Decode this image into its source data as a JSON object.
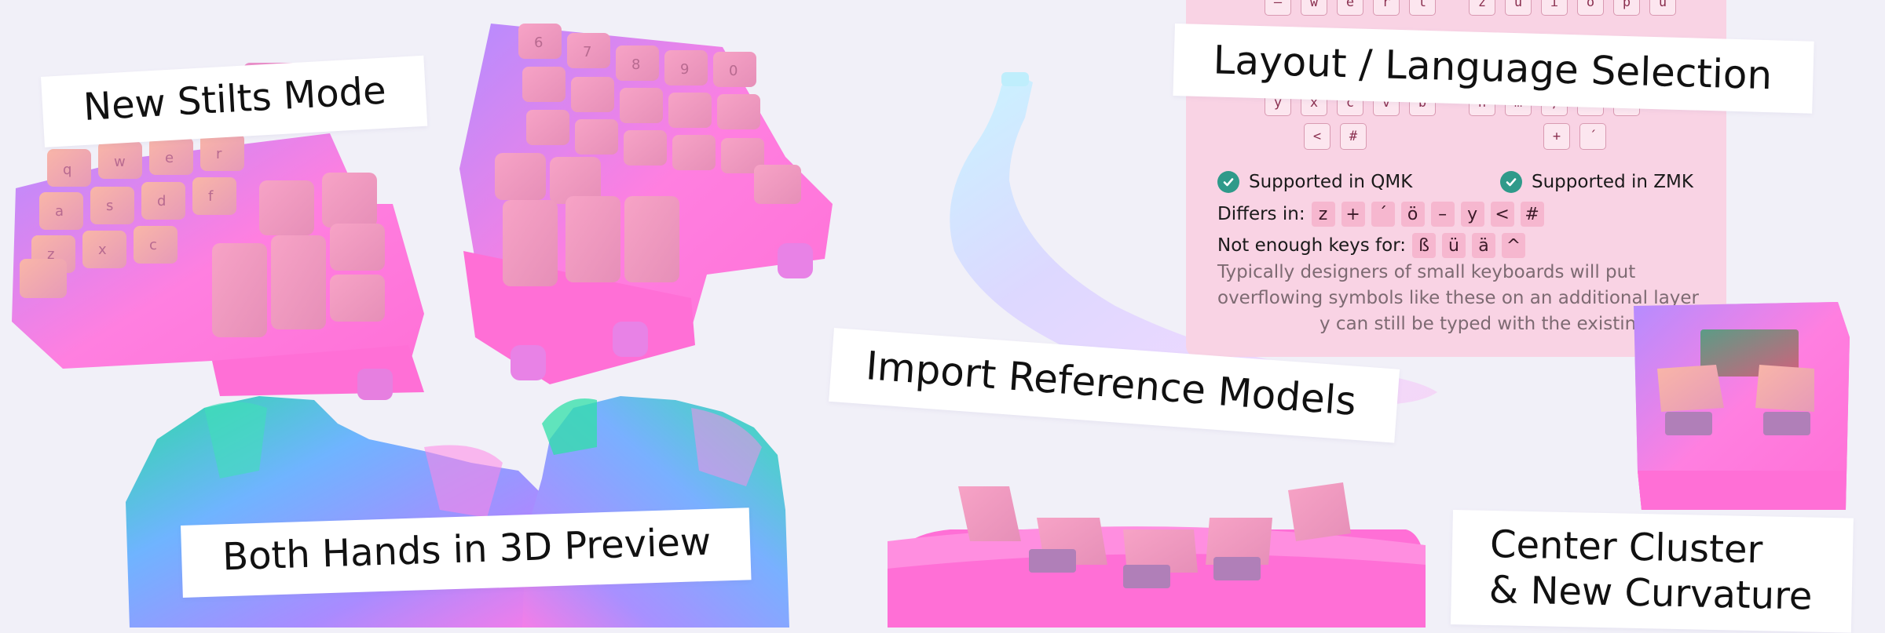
{
  "labels": {
    "stilts": "New Stilts Mode",
    "hands": "Both Hands in 3D Preview",
    "layout": "Layout / Language Selection",
    "import": "Import Reference Models",
    "center_line1": "Center Cluster",
    "center_line2": "& New Curvature"
  },
  "panel": {
    "row_top_left": [
      "–",
      "w",
      "e",
      "r",
      "t"
    ],
    "row_top_right": [
      "z",
      "u",
      "i",
      "o",
      "p",
      "ü"
    ],
    "row_mid_left": [
      "y",
      "x",
      "c",
      "v",
      "b"
    ],
    "row_mid_right": [
      "n",
      "m",
      ",",
      ".",
      "-"
    ],
    "row_low_left": [
      "<",
      "#"
    ],
    "row_low_right": [
      "+",
      "´"
    ],
    "qmk": "Supported in QMK",
    "zmk": "Supported in ZMK",
    "differs_label": "Differs in:",
    "differs_keys": [
      "z",
      "+",
      "´",
      "ö",
      "–",
      "y",
      "<",
      "#"
    ],
    "missing_label": "Not enough keys for:",
    "missing_keys": [
      "ß",
      "ü",
      "ä",
      "^"
    ],
    "note_line1": "Typically designers of small keyboards will put",
    "note_line2": "overflowing symbols like these on an additional layer",
    "note_line3": "y can still be typed with the existing keys"
  },
  "left_keycap_letters": [
    "q",
    "w",
    "e",
    "r",
    "a",
    "s",
    "d",
    "f",
    "z",
    "x",
    "c"
  ],
  "right_keycap_numbers": [
    "6",
    "7",
    "8",
    "9",
    "0"
  ],
  "colors": {
    "background": "#f1f0f8",
    "case_pink": "#ff7ddc",
    "keycap_pink": "#f79ac6",
    "panel_pink": "#f9d3e4",
    "check_teal": "#2f9a8a"
  }
}
